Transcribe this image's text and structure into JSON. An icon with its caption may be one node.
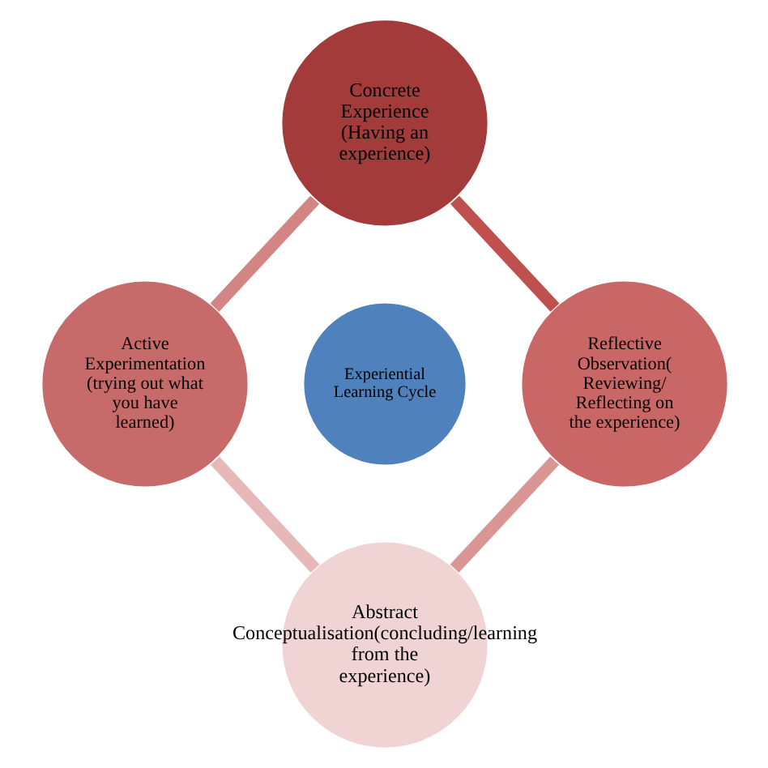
{
  "diagram": {
    "nodes": [
      {
        "text": [
          "Concrete Experience",
          "(Having an experience)"
        ]
      },
      {
        "text": [
          "Reflective Observation( Reviewing/ Reflecting on the experience)"
        ]
      },
      {
        "text": [
          "Abstract Conceptualisation(concluding/learning from the experience)"
        ]
      },
      {
        "text": [
          "Active Experimentation (trying out what you have learned)"
        ]
      },
      {
        "text": [
          "Experiential Learning Cycle"
        ]
      }
    ],
    "edges": [
      {
        "from": 0,
        "to": 1,
        "arrow": "none",
        "color": "#c0504d"
      },
      {
        "from": 1,
        "to": 2,
        "arrow": "none",
        "color": "#d99694"
      },
      {
        "from": 2,
        "to": 3,
        "arrow": "none",
        "color": "#e6b9b8"
      },
      {
        "from": 3,
        "to": 0,
        "arrow": "none",
        "color": "#d38583"
      }
    ]
  }
}
